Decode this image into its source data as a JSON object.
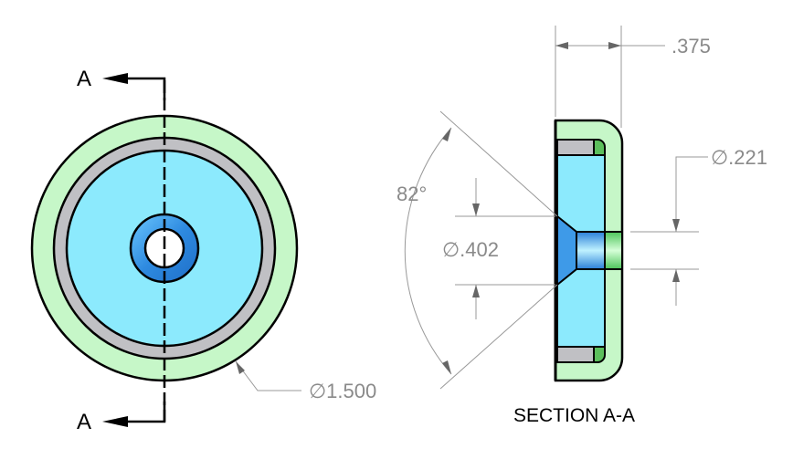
{
  "front_view": {
    "section_label_top": "A",
    "section_label_bottom": "A",
    "diameter_label": "∅1.500"
  },
  "section_view": {
    "title": "SECTION A-A",
    "thickness": ".375",
    "angle": "82°",
    "countersink_diameter": "∅.402",
    "hole_diameter": "∅.221"
  },
  "colors": {
    "shell": "#c6f7c8",
    "magnet": "#8ceafd",
    "gap": "#c0c0c4",
    "bore": "#3e9ae8",
    "bore_green": "#5ed36a"
  }
}
